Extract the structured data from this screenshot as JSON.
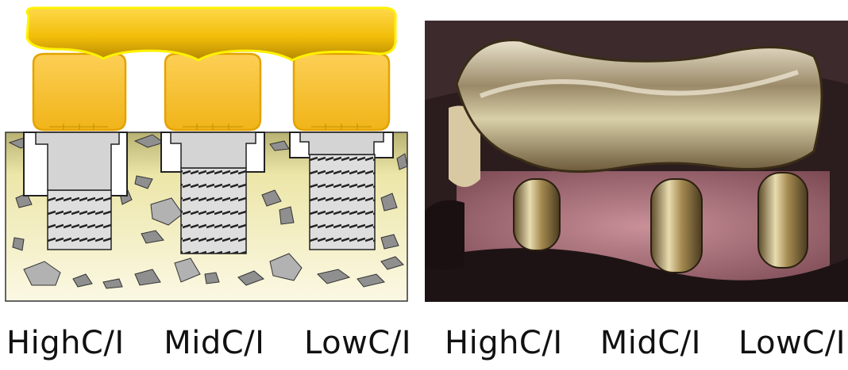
{
  "captions": {
    "left": [
      "HighC/I",
      "MidC/I",
      "LowC/I"
    ],
    "right": [
      "HighC/I",
      "MidC/I",
      "LowC/I"
    ]
  },
  "colors": {
    "gold": "#f2be0a",
    "gold_outline": "#ffe800",
    "crown": "#f5c23a",
    "bone": "#efe9b0",
    "bone_dark": "#a8a266",
    "implant": "#d2d2d2",
    "gum": "#b77a84",
    "metal": "#c9b48a",
    "background": "#ffffff"
  }
}
